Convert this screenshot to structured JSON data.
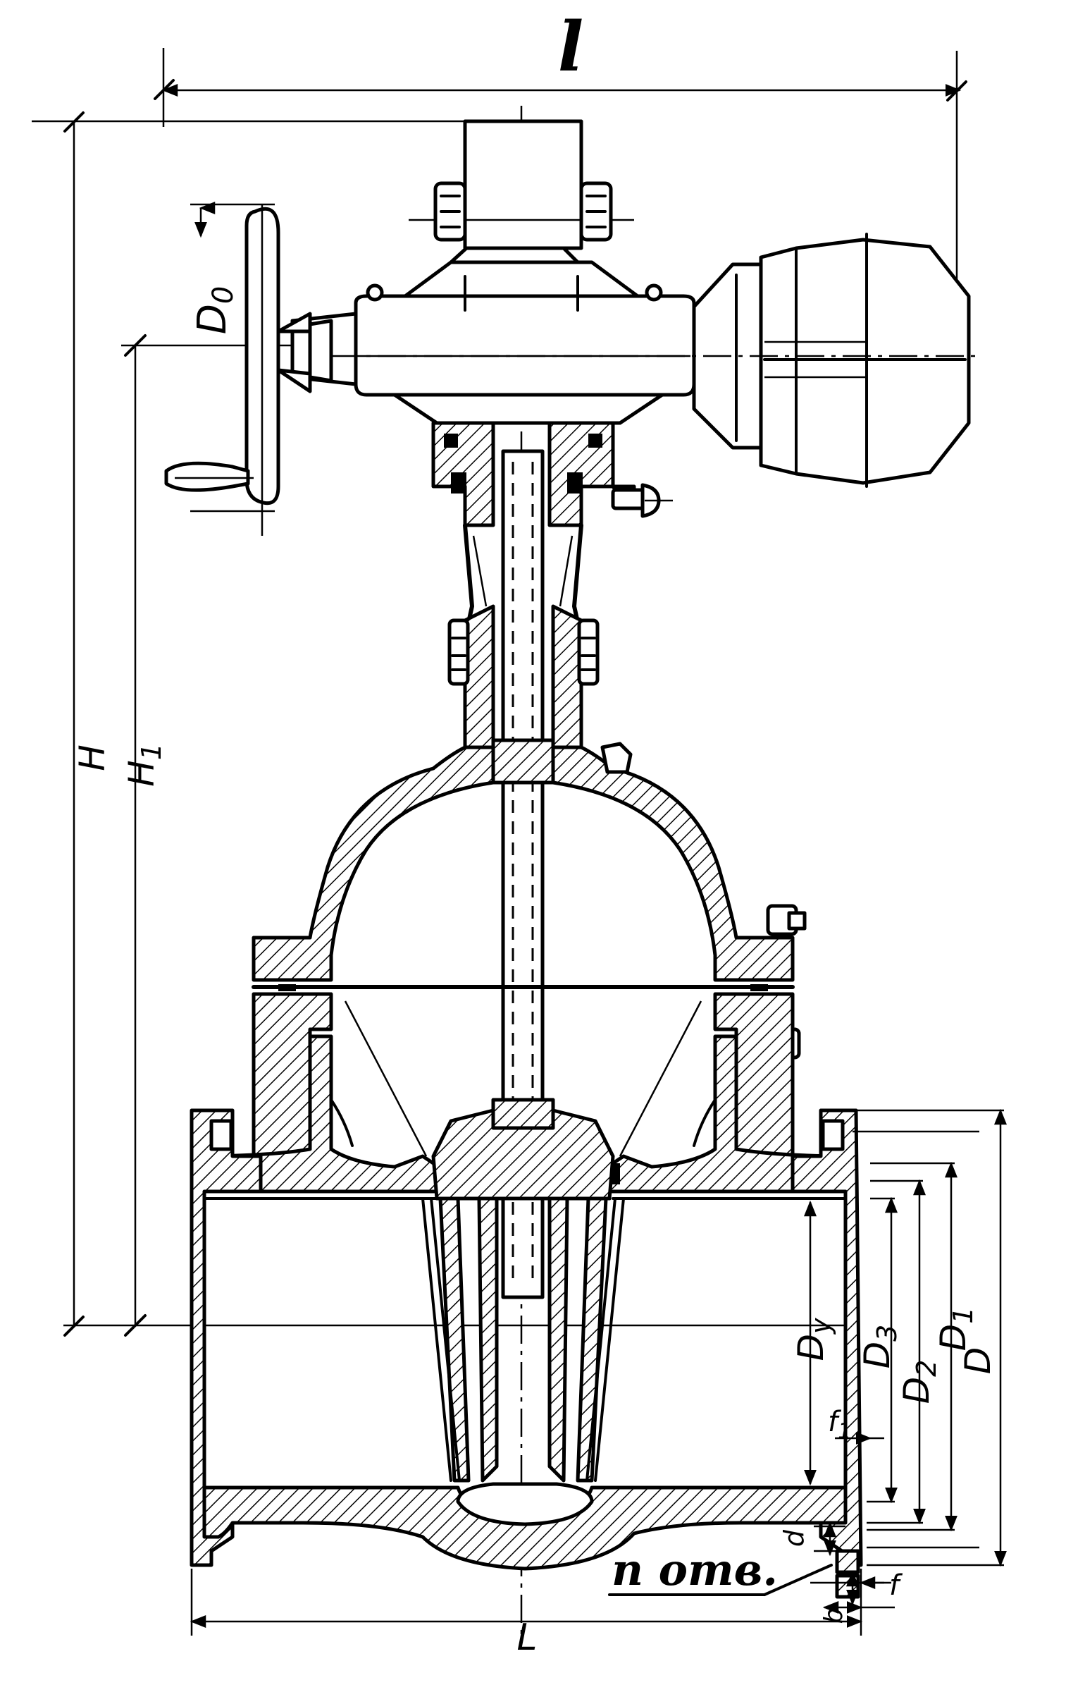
{
  "drawing": {
    "labels": {
      "l": "l",
      "D0": "D",
      "D0_sub": "0",
      "H": "H",
      "H1": "H",
      "H1_sub": "1",
      "Dy": "D",
      "Dy_sub": "у",
      "D3": "D",
      "D3_sub": "3",
      "D2": "D",
      "D2_sub": "2",
      "D1": "D",
      "D1_sub": "1",
      "D": "D",
      "f1": "f",
      "f1_sub": "1",
      "f": "f",
      "d": "d",
      "b": "b",
      "holes": "n отв.",
      "L": "L"
    }
  }
}
